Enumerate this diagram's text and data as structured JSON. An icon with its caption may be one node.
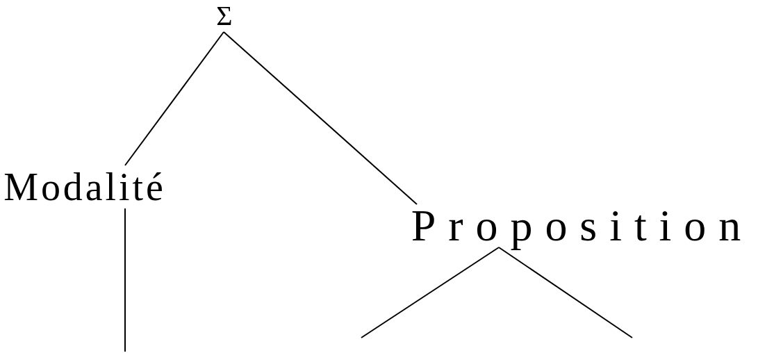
{
  "diagram": {
    "nodes": [
      {
        "text": [
          "Σ"
        ]
      },
      {
        "text": [
          "Modalité"
        ]
      },
      {
        "text": [
          "Proposition"
        ]
      }
    ],
    "edges": [
      {
        "from": 0,
        "to": 1,
        "arrow": "none"
      },
      {
        "from": 0,
        "to": 2,
        "arrow": "none"
      },
      {
        "from": 1,
        "to": null,
        "arrow": "none"
      },
      {
        "from": 2,
        "to": null,
        "arrow": "none"
      },
      {
        "from": 2,
        "to": null,
        "arrow": "none"
      }
    ]
  }
}
